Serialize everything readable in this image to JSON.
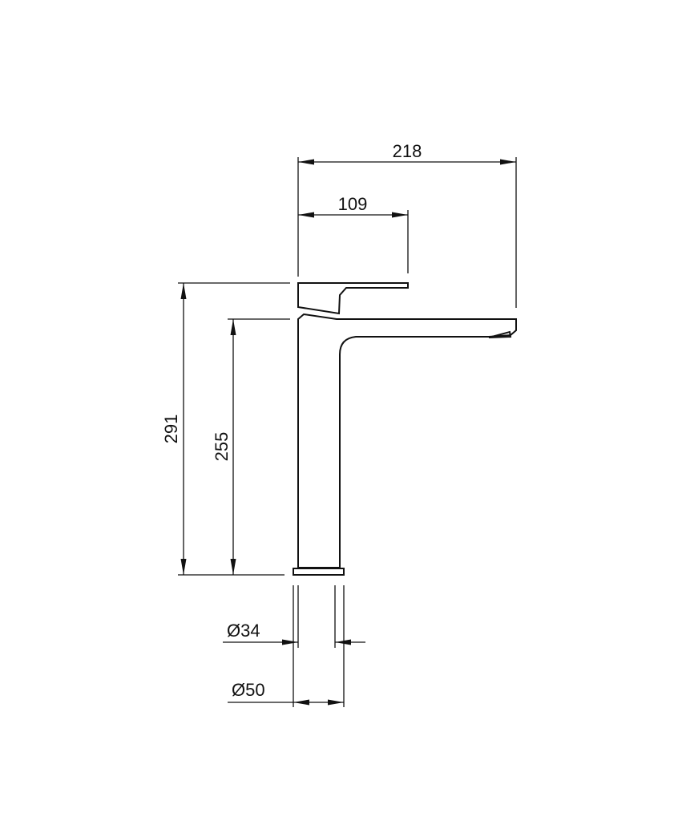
{
  "dimensions": {
    "overall_width": "218",
    "handle_width": "109",
    "overall_height": "291",
    "spout_height": "255",
    "inner_diameter": "Ø34",
    "outer_diameter": "Ø50"
  },
  "colors": {
    "line": "#111111",
    "background": "#ffffff"
  }
}
